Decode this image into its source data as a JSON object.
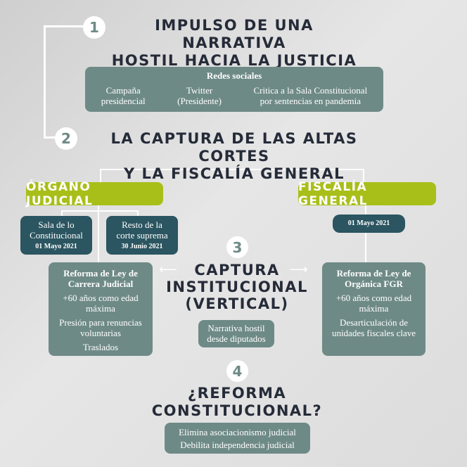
{
  "step1": {
    "number": "1",
    "title_line1": "IMPULSO DE UNA NARRATIVA",
    "title_line2": "HOSTIL HACIA LA JUSTICIA"
  },
  "redes": {
    "title": "Redes sociales",
    "items": [
      [
        "Campaña",
        "presidencial"
      ],
      [
        "Twitter",
        "(Presidente)"
      ],
      [
        "Critica a la Sala Constitucional",
        "por sentencias en pandemia"
      ]
    ]
  },
  "step2": {
    "number": "2",
    "title_line1": "LA CAPTURA DE LAS ALTAS CORTES",
    "title_line2": "Y LA FISCALÍA GENERAL"
  },
  "organo": {
    "label": "ÓRGANO JUDICIAL",
    "sala": {
      "line1": "Sala de lo",
      "line2": "Constitucional",
      "date": "01 Mayo 2021"
    },
    "resto": {
      "line1": "Resto de la",
      "line2": "corte suprema",
      "date": "30 Junio 2021"
    },
    "reforma": {
      "title1": "Reforma de Ley de",
      "title2": "Carrera Judicial",
      "items": [
        "+60 años como edad máxima",
        "Presión para renuncias voluntarias",
        "Traslados"
      ]
    }
  },
  "fiscalia": {
    "label": "FISCALÍA GENERAL",
    "date": "01 Mayo 2021",
    "reforma": {
      "title1": "Reforma de Ley de",
      "title2": "Orgánica FGR",
      "items": [
        "+60 años como edad máxima",
        "Desarticulación de unidades fiscales clave"
      ]
    }
  },
  "step3": {
    "number": "3",
    "title_line1": "CAPTURA",
    "title_line2": "INSTITUCIONAL",
    "title_line3": "(VERTICAL)",
    "box_line1": "Narrativa hostil",
    "box_line2": "desde diputados",
    "arrow_left": "⟵",
    "arrow_right": "⟶"
  },
  "step4": {
    "number": "4",
    "title_line1": "¿REFORMA",
    "title_line2": "CONSTITUCIONAL?",
    "items": [
      "Elimina asociacionismo judicial",
      "Debilita independencia judicial"
    ]
  }
}
